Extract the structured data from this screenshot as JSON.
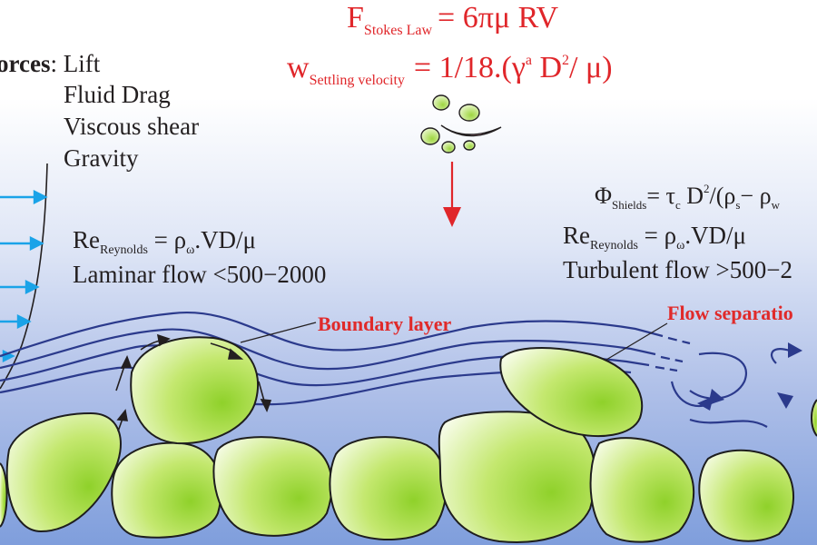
{
  "equations": {
    "stokes": {
      "lhs": "F",
      "sub": "Stokes Law",
      "rhs": "= 6πμ RV"
    },
    "settling": {
      "lhs": "w",
      "sub": "Settling velocity",
      "rhs_a": "= 1/18.(γ",
      "rhs_sup1": "a",
      "rhs_b": " D",
      "rhs_sup2": "2",
      "rhs_c": "/ μ)"
    },
    "shields": {
      "lhs": "Φ",
      "sub": "Shields",
      "rhs_a": "= τ",
      "rhs_sub_c": "c",
      "rhs_b": " D",
      "rhs_sup2": "2",
      "rhs_c": "/(ρ",
      "rhs_sub_s": "s",
      "rhs_d": "− ρ",
      "rhs_sub_w": "w"
    },
    "reynolds_left": {
      "lhs": "Re",
      "sub": "Reynolds",
      "rhs_a": " = ρ",
      "rhs_sub": "ω",
      "rhs_b": ".VD/μ"
    },
    "reynolds_right": {
      "lhs": "Re",
      "sub": "Reynolds",
      "rhs_a": " = ρ",
      "rhs_sub": "ω",
      "rhs_b": ".VD/μ"
    }
  },
  "forces": {
    "heading_fragment": "orces",
    "first_item": ": Lift",
    "items": [
      "Fluid Drag",
      "Viscous shear",
      "Gravity"
    ]
  },
  "flow_regimes": {
    "laminar": "Laminar flow <500−2000",
    "turbulent": "Turbulent flow >500−2"
  },
  "labels": {
    "boundary_layer": "Boundary layer",
    "flow_separation": "Flow separatio"
  },
  "colors": {
    "equation_red": "#e0262a",
    "label_red": "#e02a2a",
    "text_dark": "#231f20",
    "streamline_blue": "#2b3a8c",
    "arrow_cyan": "#1aa3e8",
    "grain_green": "#b5e14a",
    "grain_outline": "#1e1e1e",
    "water_top": "#ffffff",
    "water_bottom": "#7f9edc",
    "settling_particle_pink": "#f3aac0"
  }
}
